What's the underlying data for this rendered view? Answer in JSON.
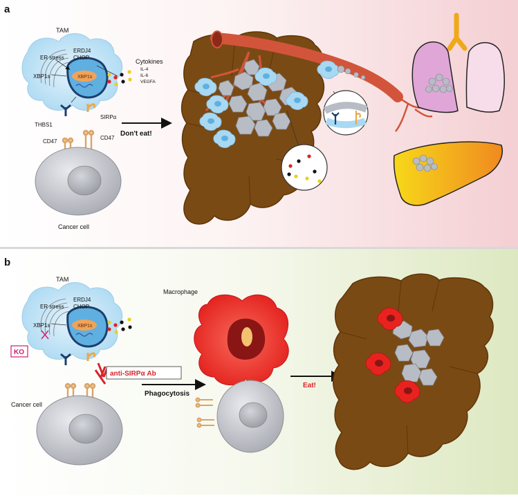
{
  "panel_a": {
    "letter": "a",
    "tam_label": "TAM",
    "er_stress": "ER stress",
    "erdj4": "ERDJ4",
    "chop": "CHOP",
    "xbp1s_nucleus": "XBP1s",
    "xbp1s_cyto": "XBP1s",
    "cytokines_title": "Cytokines",
    "cytokine_list": [
      "IL-4",
      "IL-6",
      "VEGFA"
    ],
    "thbs1": "THBS1",
    "sirpa": "SIRPα",
    "cd47_left": "CD47",
    "cd47_right": "CD47",
    "cancer_cell": "Cancer cell",
    "arrow_label": "Don't eat!"
  },
  "panel_b": {
    "letter": "b",
    "tam_label": "TAM",
    "er_stress": "ER stress",
    "erdj4": "ERDJ4",
    "chop": "CHOP",
    "xbp1s_nucleus": "XBP1s",
    "xbp1s_cyto": "XBP1s",
    "ko": "KO",
    "cancer_cell": "Cancer cell",
    "macrophage": "Macrophage",
    "antibody": "anti-SIRPα Ab",
    "phagocytosis": "Phagocytosis",
    "eat": "Eat!"
  },
  "colors": {
    "tam_blue": "#a9d8f2",
    "nucleus_blue": "#5fb0e0",
    "xbp1s_orange": "#f0a35a",
    "ovary_brown": "#7a4a14",
    "tumor_gray": "#b8bcc4",
    "vessel_red": "#d2553b",
    "macrophage_red": "#e8231f",
    "lung_pink": "#e0a6d8",
    "liver_yellow": "#f2b820",
    "ko_pink": "#d6196b",
    "eat_red": "#d9232a"
  }
}
